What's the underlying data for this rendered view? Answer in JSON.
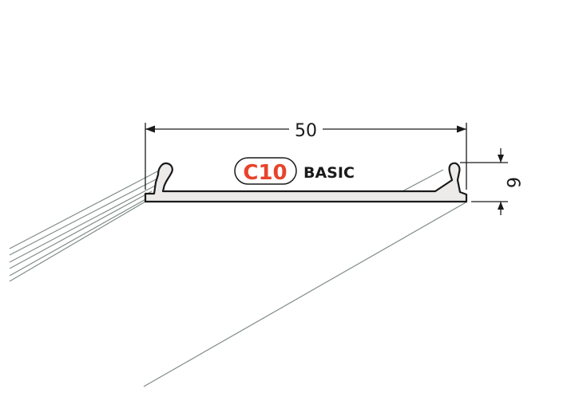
{
  "diagram": {
    "width_label": "50",
    "height_label": "6",
    "product": {
      "code": "C10",
      "series": "BASIC"
    },
    "colors": {
      "accent": "#e8432a",
      "line": "#1a1a1a",
      "extrusion": "#7f8c86",
      "profile_fill": "#ecebea"
    }
  }
}
